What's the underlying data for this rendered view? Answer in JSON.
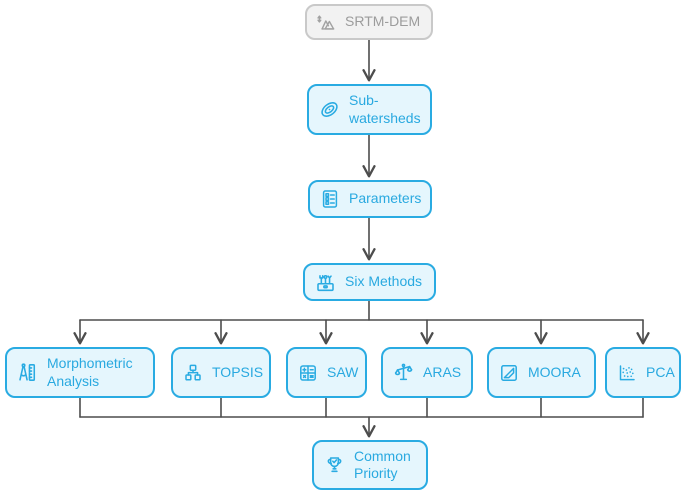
{
  "diagram": {
    "type": "flowchart",
    "colors": {
      "accent": "#29ABE2",
      "node_fill": "#E5F6FD",
      "gray_node_border": "#C9C9C9",
      "gray_node_fill": "#F2F2F2",
      "gray_node_text": "#9C9C9C",
      "connector": "#4D4D4D",
      "background": "#FFFFFF"
    },
    "nodes": [
      {
        "id": "srtm-dem",
        "label": "SRTM-DEM",
        "icon": "elevation-mountains-icon",
        "variant": "gray"
      },
      {
        "id": "sub-watersheds",
        "label": "Sub-watersheds",
        "icon": "contour-lines-icon",
        "variant": "cyan"
      },
      {
        "id": "parameters",
        "label": "Parameters",
        "icon": "checklist-icon",
        "variant": "cyan"
      },
      {
        "id": "six-methods",
        "label": "Six Methods",
        "icon": "toolbox-icon",
        "variant": "cyan"
      },
      {
        "id": "morphometric-analysis",
        "label": "Morphometric Analysis",
        "icon": "compass-ruler-icon",
        "variant": "cyan"
      },
      {
        "id": "topsis",
        "label": "TOPSIS",
        "icon": "hierarchy-icon",
        "variant": "cyan"
      },
      {
        "id": "saw",
        "label": "SAW",
        "icon": "calculator-icon",
        "variant": "cyan"
      },
      {
        "id": "aras",
        "label": "ARAS",
        "icon": "balance-scale-icon",
        "variant": "cyan"
      },
      {
        "id": "moora",
        "label": "MOORA",
        "icon": "vector-square-icon",
        "variant": "cyan"
      },
      {
        "id": "pca",
        "label": "PCA",
        "icon": "scatter-plot-icon",
        "variant": "cyan"
      },
      {
        "id": "common-priority",
        "label": "Common Priority",
        "icon": "trophy-icon",
        "variant": "cyan"
      }
    ],
    "edges": [
      {
        "from": "SRTM-DEM",
        "to": "Sub-watersheds"
      },
      {
        "from": "Sub-watersheds",
        "to": "Parameters"
      },
      {
        "from": "Parameters",
        "to": "Six Methods"
      },
      {
        "from": "Six Methods",
        "to": "Morphometric Analysis"
      },
      {
        "from": "Six Methods",
        "to": "TOPSIS"
      },
      {
        "from": "Six Methods",
        "to": "SAW"
      },
      {
        "from": "Six Methods",
        "to": "ARAS"
      },
      {
        "from": "Six Methods",
        "to": "MOORA"
      },
      {
        "from": "Six Methods",
        "to": "PCA"
      },
      {
        "from": "Morphometric Analysis",
        "to": "Common Priority"
      },
      {
        "from": "TOPSIS",
        "to": "Common Priority"
      },
      {
        "from": "SAW",
        "to": "Common Priority"
      },
      {
        "from": "ARAS",
        "to": "Common Priority"
      },
      {
        "from": "MOORA",
        "to": "Common Priority"
      },
      {
        "from": "PCA",
        "to": "Common Priority"
      }
    ]
  }
}
